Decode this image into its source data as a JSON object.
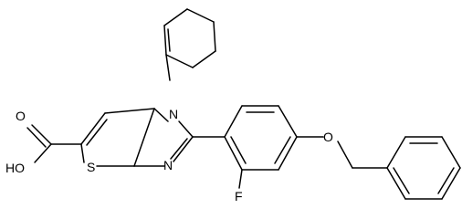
{
  "atom_labels": {
    "n1": "N",
    "n3": "N",
    "s": "S",
    "oh": "HO",
    "o_carbonyl": "O",
    "o_ether": "O",
    "f": "F"
  },
  "colors": {
    "bond": "#000000",
    "label": "#000000",
    "background": "#ffffff"
  }
}
